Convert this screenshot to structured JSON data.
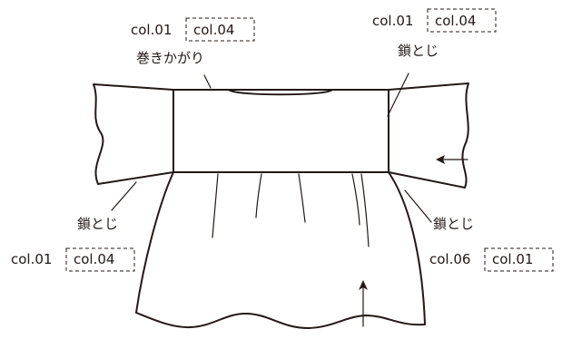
{
  "labels": {
    "top_left": {
      "col_a": "col.01",
      "col_b": "col.04",
      "stitch": "巻きかがり"
    },
    "top_right": {
      "col_a": "col.01",
      "col_b": "col.04",
      "stitch": "鎖とじ"
    },
    "bottom_left": {
      "stitch": "鎖とじ",
      "col_a": "col.01",
      "col_b": "col.04"
    },
    "bottom_right": {
      "stitch": "鎖とじ",
      "col_a": "col.06",
      "col_b": "col.01"
    }
  },
  "colors": {
    "line": "#231815",
    "background": "#ffffff"
  }
}
